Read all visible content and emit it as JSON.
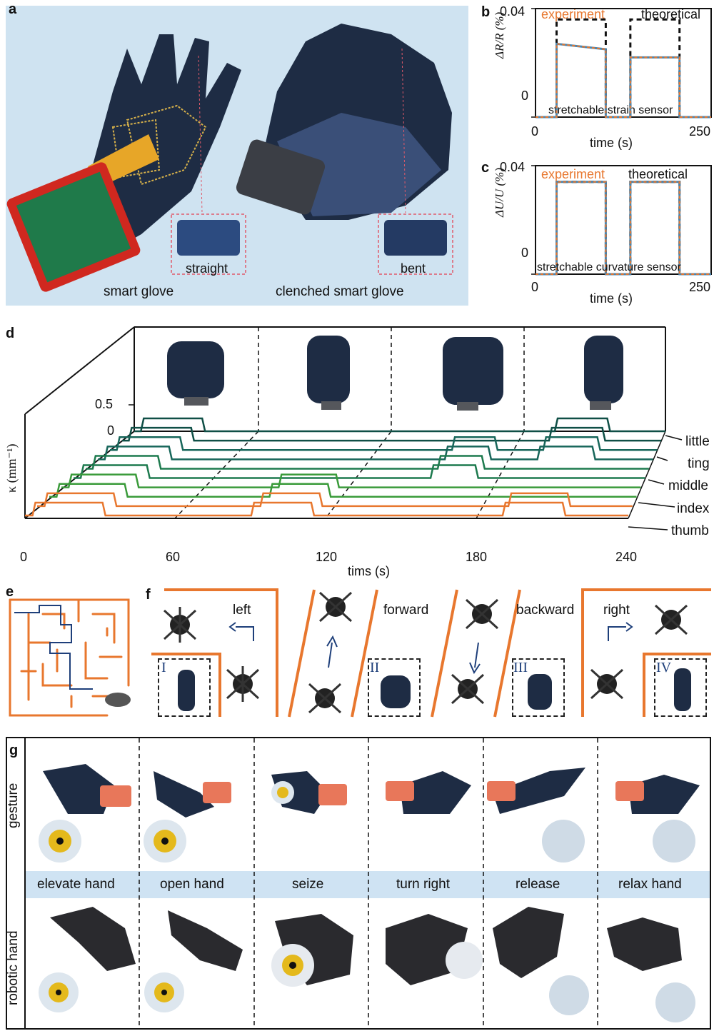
{
  "panels": {
    "a": {
      "letter": "a",
      "label_straight": "straight",
      "label_bent": "bent",
      "caption_left": "smart glove",
      "caption_right": "clenched smart glove"
    },
    "b": {
      "letter": "b",
      "ytop": "0.04",
      "ybottom": "0",
      "ylabel": "ΔR/R (%)",
      "legend_experiment": "experiment",
      "legend_theoretical": "theoretical",
      "inner_label": "stretchable strain sensor",
      "xtick_left": "0",
      "xtick_right": "250",
      "xlabel": "time (s)"
    },
    "c": {
      "letter": "c",
      "ytop": "0.04",
      "ybottom": "0",
      "ylabel": "ΔU/U (%)",
      "legend_experiment": "experiment",
      "legend_theoretical": "theoretical",
      "inner_label": "stretchable curvature sensor",
      "xtick_left": "0",
      "xtick_right": "250",
      "xlabel": "time (s)"
    },
    "d": {
      "letter": "d",
      "ylabel": "κ (mm⁻¹)",
      "ytick_top": "0.5",
      "ytick_bottom": "0",
      "xticks": [
        "0",
        "60",
        "120",
        "180",
        "240"
      ],
      "xlabel": "tims (s)",
      "fingers": [
        "little",
        "ting",
        "middle",
        "index",
        "thumb"
      ]
    },
    "e": {
      "letter": "e"
    },
    "f": {
      "letter": "f",
      "commands": [
        "left",
        "forward",
        "backward",
        "right"
      ],
      "numerals": [
        "I",
        "II",
        "III",
        "IV"
      ]
    },
    "g": {
      "letter": "g",
      "row_top": "gesture",
      "row_bottom": "robotic hand",
      "actions": [
        "elevate hand",
        "open hand",
        "seize",
        "turn right",
        "release",
        "relax hand"
      ]
    }
  },
  "chart_data": [
    {
      "type": "line",
      "panel": "b",
      "xlabel": "time (s)",
      "ylabel": "ΔR/R (%)",
      "xlim": [
        0,
        250
      ],
      "ylim": [
        0,
        0.04
      ],
      "series": [
        {
          "name": "theoretical",
          "x": [
            0,
            30,
            30,
            100,
            100,
            135,
            135,
            205,
            205,
            250
          ],
          "y": [
            0,
            0,
            0.036,
            0.036,
            0,
            0,
            0.036,
            0.036,
            0,
            0
          ]
        },
        {
          "name": "experiment",
          "x": [
            0,
            30,
            30,
            100,
            100,
            135,
            135,
            205,
            205,
            250
          ],
          "y": [
            0,
            0,
            0.027,
            0.025,
            0,
            0,
            0.022,
            0.022,
            0,
            0
          ]
        }
      ]
    },
    {
      "type": "line",
      "panel": "c",
      "xlabel": "time (s)",
      "ylabel": "ΔU/U (%)",
      "xlim": [
        0,
        250
      ],
      "ylim": [
        0,
        0.04
      ],
      "series": [
        {
          "name": "theoretical",
          "x": [
            0,
            30,
            30,
            100,
            100,
            135,
            135,
            205,
            205,
            250
          ],
          "y": [
            0,
            0,
            0.034,
            0.034,
            0,
            0,
            0.034,
            0.034,
            0,
            0
          ]
        },
        {
          "name": "experiment",
          "x": [
            0,
            30,
            30,
            100,
            100,
            135,
            135,
            205,
            205,
            250
          ],
          "y": [
            0,
            0,
            0.034,
            0.034,
            0,
            0,
            0.034,
            0.034,
            0,
            0
          ]
        }
      ]
    },
    {
      "type": "line",
      "panel": "d",
      "xlabel": "tims (s)",
      "ylabel": "κ (mm⁻¹)",
      "xlim": [
        0,
        240
      ],
      "series": [
        {
          "name": "little",
          "intervals": [
            [
              3,
              32
            ],
            [
              190,
              215
            ]
          ]
        },
        {
          "name": "ting",
          "intervals": [
            [
              3,
              32
            ],
            [
              150,
              170
            ],
            [
              190,
              215
            ]
          ]
        },
        {
          "name": "middle",
          "intervals": [
            [
              3,
              32
            ],
            [
              150,
              170
            ]
          ]
        },
        {
          "name": "index",
          "intervals": [
            [
              3,
              32
            ],
            [
              90,
              115
            ]
          ]
        },
        {
          "name": "thumb",
          "intervals": [
            [
              3,
              32
            ],
            [
              90,
              115
            ],
            [
              190,
              215
            ]
          ]
        }
      ]
    }
  ],
  "colors": {
    "orange": "#e8772e",
    "blue": "#4a86b0",
    "lightblue_band": "#cfe3f3",
    "panel_a_bg": "#cfe3f1",
    "glove": "#1e2c44",
    "dark": "#111111"
  }
}
